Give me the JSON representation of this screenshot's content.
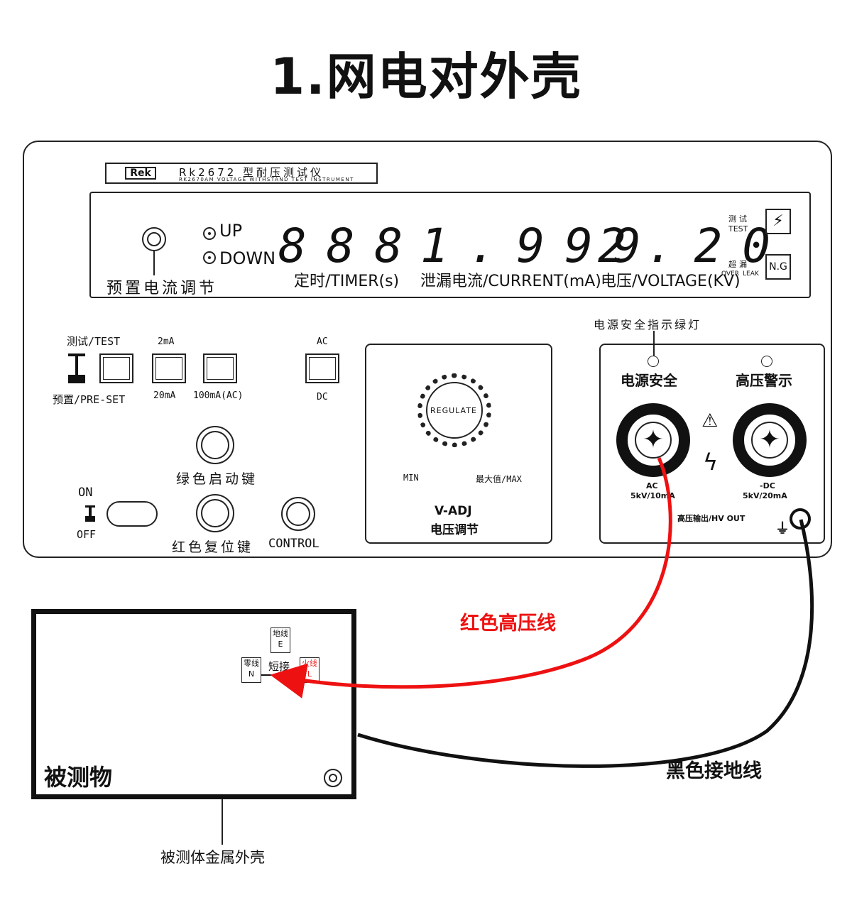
{
  "title": "1.网电对外壳",
  "instrument": {
    "logo": "Rek",
    "model": "Rk2672 型耐压测试仪",
    "model_en": "RK2670AM VOLTAGE WITHSTAND TEST INSTRUMENT"
  },
  "display": {
    "up": "UP",
    "down": "DOWN",
    "preset_adjust": "预置电流调节",
    "timer_value": "888",
    "timer_label": "定时/TIMER(s)",
    "current_value": "1.999",
    "current_label": "泄漏电流/CURRENT(mA)",
    "voltage_value": "2.20",
    "voltage_label": "电压/VOLTAGE(KV)",
    "test_cn": "测试",
    "test_en": "TEST",
    "over_leak_cn": "超漏",
    "over": "OVER",
    "leak": "LEAK",
    "ng": "N.G"
  },
  "controls": {
    "test_label": "测试/TEST",
    "preset_label": "预置/PRE-SET",
    "range_2ma": "2mA",
    "range_20ma": "20mA",
    "range_100ma": "100mA(AC)",
    "ac": "AC",
    "dc": "DC",
    "green_start": "绿色启动键",
    "red_reset": "红色复位键",
    "on": "ON",
    "off": "OFF",
    "control": "CONTROL"
  },
  "voltage_adjust": {
    "regulate": "REGULATE",
    "min": "MIN",
    "max": "最大值/MAX",
    "vadj": "V-ADJ",
    "vadj_cn": "电压调节"
  },
  "hv_output": {
    "indicator_note": "电源安全指示绿灯",
    "power_safe": "电源安全",
    "hv_warning": "高压警示",
    "ac_label": "AC",
    "ac_rating": "5kV/10mA",
    "dc_label": "-DC",
    "dc_rating": "5kV/20mA",
    "hv_out": "高压输出/HV OUT"
  },
  "wires": {
    "red": "红色高压线",
    "black": "黑色接地线",
    "red_color": "#ee1111",
    "black_color": "#111111"
  },
  "dut": {
    "name": "被测物",
    "earth_cn": "地线",
    "earth": "E",
    "neutral_cn": "零线",
    "neutral": "N",
    "live_cn": "火线",
    "live": "L",
    "short": "短接",
    "shell_note": "被测体金属外壳"
  }
}
